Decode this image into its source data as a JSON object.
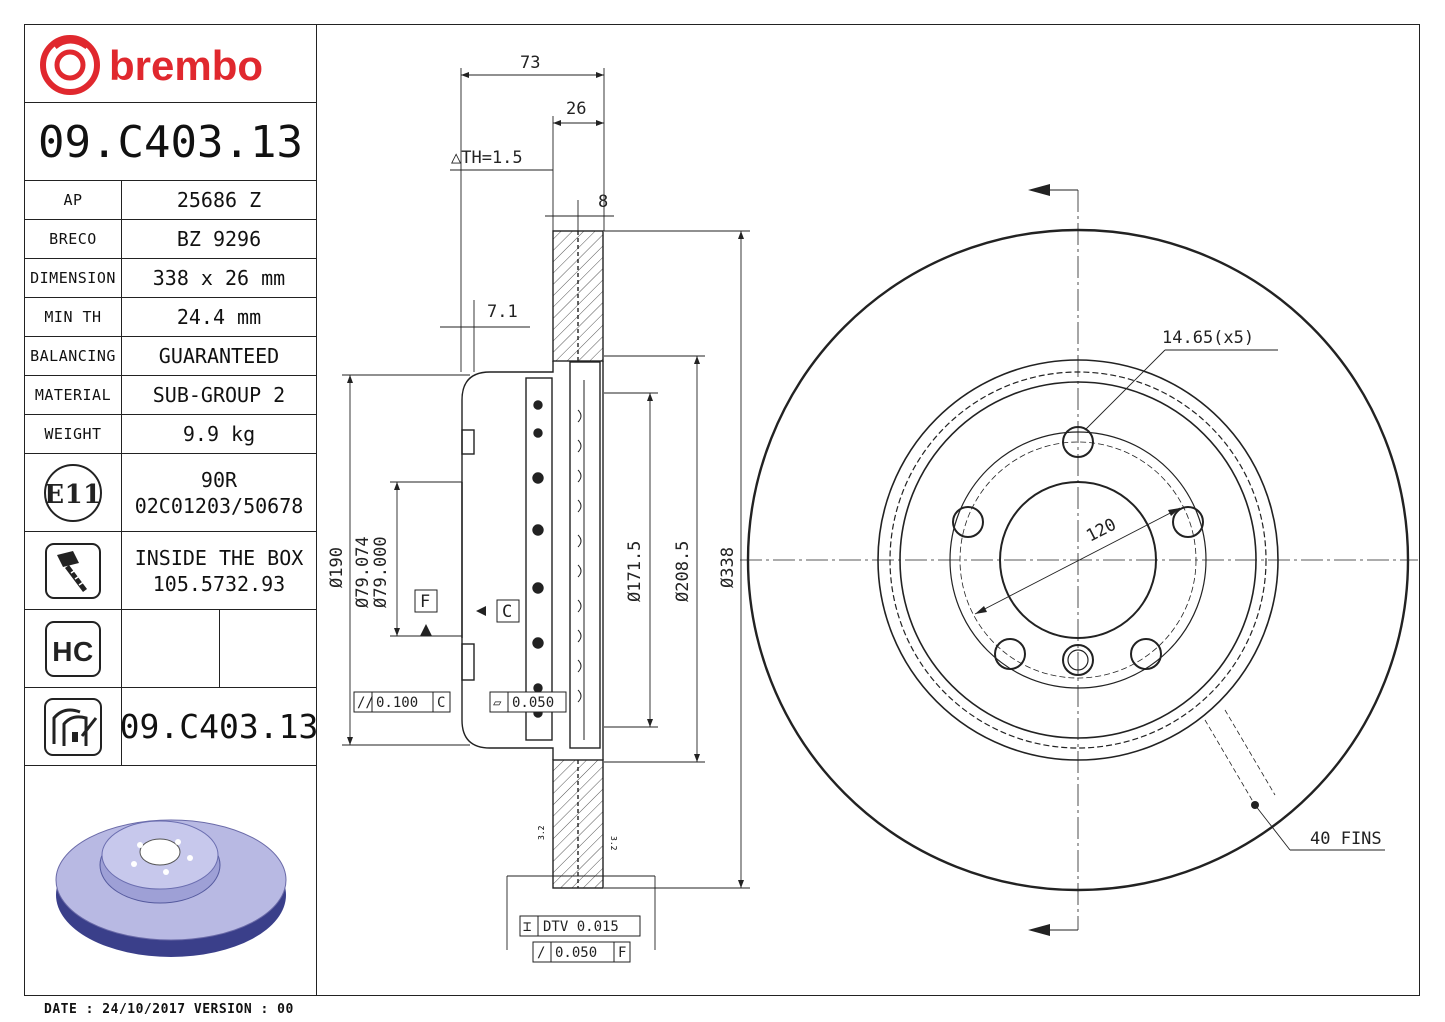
{
  "brand": {
    "name": "brembo",
    "color": "#e0282e"
  },
  "part_number": "09.C403.13",
  "specs": [
    {
      "label": "AP",
      "value": "25686 Z"
    },
    {
      "label": "BRECO",
      "value": "BZ 9296"
    },
    {
      "label": "DIMENSION",
      "value": "338 x 26 mm"
    },
    {
      "label": "MIN TH",
      "value": "24.4 mm"
    },
    {
      "label": "BALANCING",
      "value": "GUARANTEED"
    },
    {
      "label": "MATERIAL",
      "value": "SUB-GROUP 2"
    },
    {
      "label": "WEIGHT",
      "value": "9.9 kg"
    }
  ],
  "approval": {
    "mark": "E11",
    "line1": "90R",
    "line2": "02C01203/50678"
  },
  "box": {
    "icon": "screw-icon",
    "line1": "INSIDE THE BOX",
    "line2": "105.5732.93"
  },
  "hc": {
    "label": "HC"
  },
  "disc_icon": {
    "icon": "brake-disc-icon",
    "part_number": "09.C403.13"
  },
  "footer": {
    "date_version": "DATE : 24/10/2017 VERSION : 00"
  },
  "section_dims": {
    "overall_width": "73",
    "disc_thickness": "26",
    "th_tolerance": "△TH=1.5",
    "friction_ring": "8",
    "offset": "7.1",
    "hat_diameter": "Ø190",
    "pilot_max": "Ø79.074",
    "pilot_min": "Ø79.000",
    "inner_diameter_1": "Ø171.5",
    "inner_diameter_2": "Ø208.5",
    "outer_diameter": "Ø338",
    "datum_f": "F",
    "datum_c": "C",
    "parallelism": "0.100",
    "parallelism_ref": "C",
    "flatness": "0.050",
    "dtv": "DTV 0.015",
    "runout": "0.050",
    "runout_ref": "F",
    "chamfer_left": "3.2",
    "chamfer_right": "3.2"
  },
  "front_dims": {
    "bolt_holes": "14.65(x5)",
    "pcd": "120",
    "fins": "40 FINS"
  }
}
